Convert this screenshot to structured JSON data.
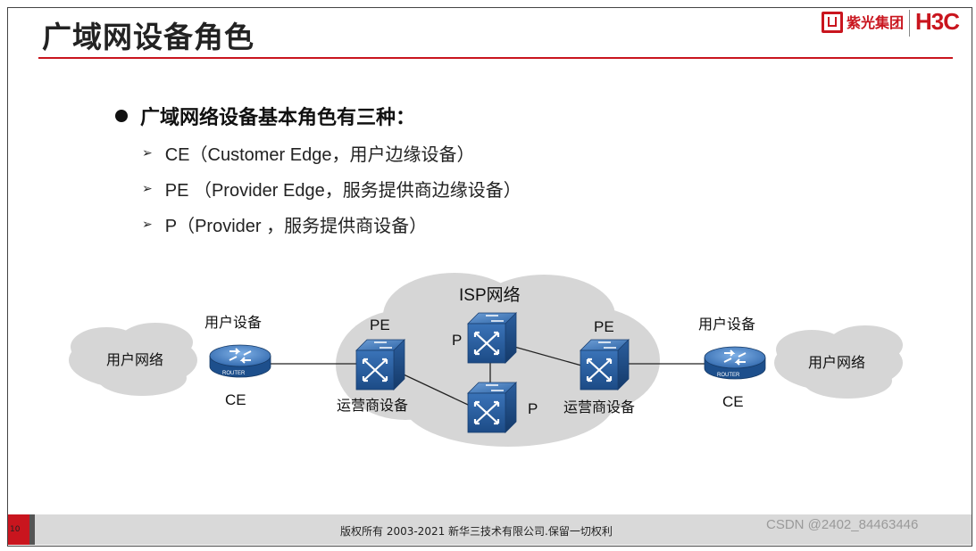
{
  "slide": {
    "title": "广域网设备角色",
    "logo_brand": "紫光集团",
    "logo_h3c": "H3C",
    "bullet_main": "广域网络设备基本角色有三种：",
    "sub_items": [
      "CE（Customer Edge，用户边缘设备）",
      "PE （Provider Edge，服务提供商边缘设备）",
      "P（Provider ，服务提供商设备）"
    ],
    "diagram": {
      "isp_label": "ISP网络",
      "left_cloud": "用户网络",
      "right_cloud": "用户网络",
      "left_ce_top": "用户设备",
      "left_ce_bottom": "CE",
      "right_ce_top": "用户设备",
      "right_ce_bottom": "CE",
      "left_pe_top": "PE",
      "left_pe_bottom": "运营商设备",
      "right_pe_top": "PE",
      "right_pe_bottom": "运营商设备",
      "p_top": "P",
      "p_bottom": "P",
      "router_text": "ROUTER"
    },
    "footer_page": "10",
    "footer_text": "版权所有 2003-2021 新华三技术有限公司.保留一切权利",
    "watermark": "CSDN @2402_84463446"
  },
  "colors": {
    "accent_red": "#c9151e",
    "cloud_gray": "#d6d6d6",
    "router_blue": "#1d5fa8",
    "switch_blue": "#2a63a6"
  }
}
